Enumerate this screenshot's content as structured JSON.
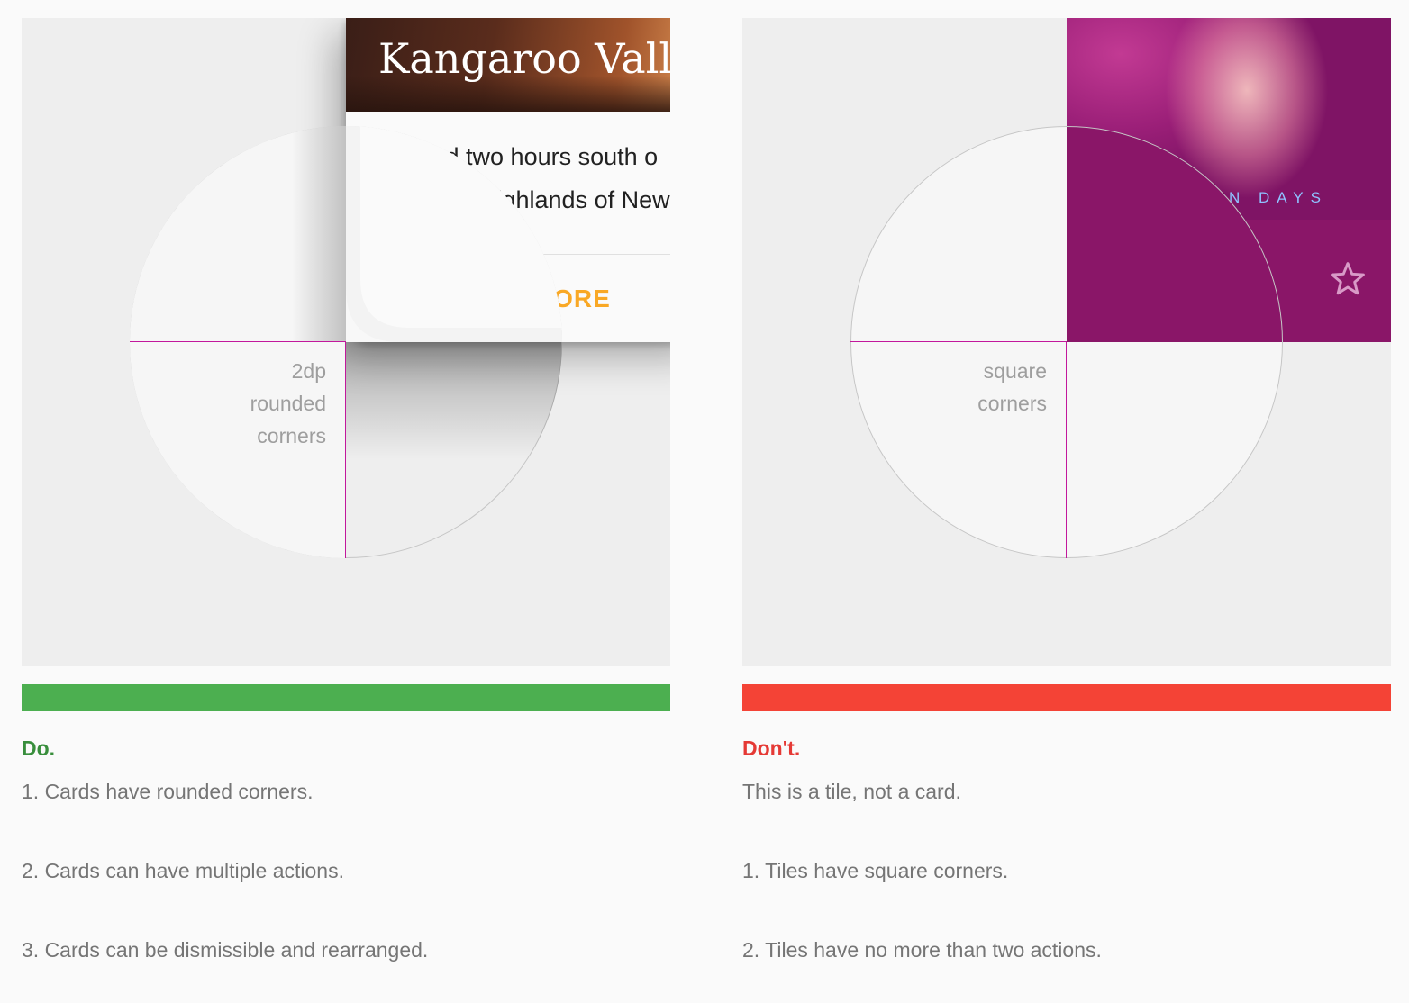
{
  "do_panel": {
    "card": {
      "title": "Kangaroo Valle",
      "body_line_1": "ted two hours south o",
      "body_line_2": "Highlands of New",
      "action": "LORE"
    },
    "magnifier_label": "2dp\nrounded\ncorners",
    "status_color": "#4caf50",
    "verdict": "Do.",
    "points": [
      "1. Cards have rounded corners.",
      "2. Cards can have multiple actions.",
      "3. Cards can be dismissible and rearranged."
    ]
  },
  "dont_panel": {
    "tile": {
      "art_text": "N DAYS",
      "star_icon": "star-outline-icon"
    },
    "magnifier_label": "square\ncorners",
    "status_color": "#f44336",
    "verdict": "Don't.",
    "points": [
      "This is a tile, not a card.",
      "1. Tiles have square corners.",
      "2. Tiles have no more than two actions."
    ]
  },
  "colors": {
    "guide_line": "#c2189c",
    "card_action": "#f9a825",
    "tile": "#8a1668"
  }
}
